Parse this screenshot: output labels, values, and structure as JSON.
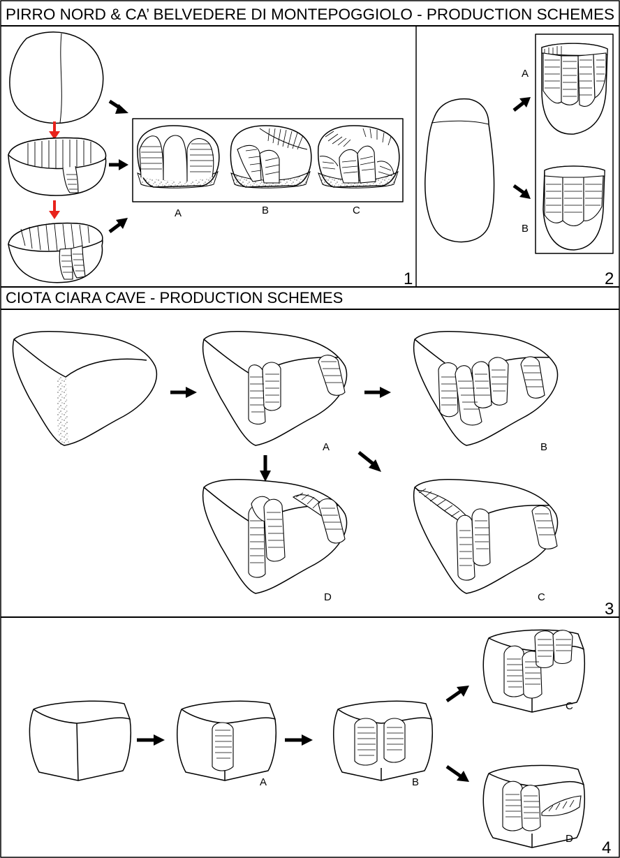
{
  "panel_top": {
    "title": "PIRRO NORD & CA’ BELVEDERE DI MONTEPOGGIOLO - PRODUCTION SCHEMES",
    "scheme1": {
      "labels": [
        "A",
        "B",
        "C"
      ],
      "number": "1"
    },
    "scheme2": {
      "labels": [
        "A",
        "B"
      ],
      "number": "2"
    }
  },
  "panel_middle": {
    "title": "CIOTA CIARA CAVE - PRODUCTION SCHEMES",
    "labels": [
      "A",
      "B",
      "D",
      "C"
    ],
    "number": "3"
  },
  "panel_bottom": {
    "labels": [
      "A",
      "B",
      "C",
      "D"
    ],
    "number": "4"
  },
  "colors": {
    "arrow": "#000000",
    "red_arrow": "#e8231c",
    "line": "#000000"
  }
}
